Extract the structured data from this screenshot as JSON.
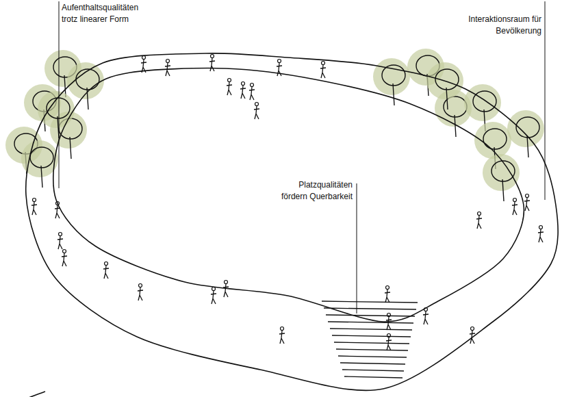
{
  "diagram": {
    "labels": [
      "Aufenthaltsqualitäten trotz linearer Form",
      "Interaktionsraum für Bevölkerung",
      "Platzqualitäten fördern Querbarkeit"
    ]
  }
}
